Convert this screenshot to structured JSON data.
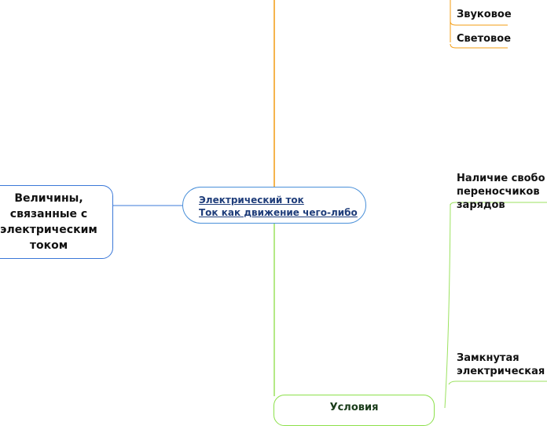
{
  "central": {
    "links": [
      "Электрический ток",
      "Ток как движение чего-либо"
    ]
  },
  "left_topic": {
    "lines": [
      "Величины,",
      "связанные с",
      "электрическим",
      "током"
    ]
  },
  "bottom_topic": {
    "label": "Условия"
  },
  "orange_branch": {
    "items": [
      "Звуковое",
      "Световое"
    ]
  },
  "green_branch": {
    "items": [
      {
        "lines": [
          "Наличие свобо",
          "переносчиков",
          "зарядов"
        ]
      },
      {
        "lines": [
          "Замкнутая",
          "электрическая"
        ]
      }
    ]
  },
  "colors": {
    "orange": "#f39c12",
    "green": "#9be25f",
    "blue": "#3b78d8"
  }
}
